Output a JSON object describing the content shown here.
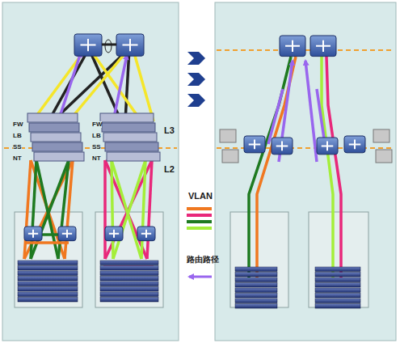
{
  "diagram": {
    "labels": [
      "FW",
      "LB",
      "SS",
      "NT",
      "FW",
      "LB",
      "SS",
      "NT",
      "L3",
      "L2"
    ],
    "legend": [
      {
        "text": "VLAN"
      },
      {
        "text": "路由路径"
      }
    ]
  }
}
